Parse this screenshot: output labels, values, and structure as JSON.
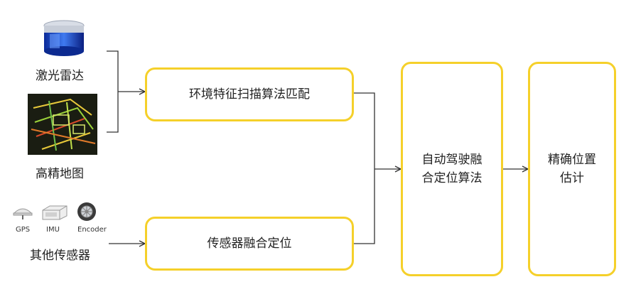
{
  "inputs": {
    "lidar_label": "激光雷达",
    "hdmap_label": "高精地图",
    "sensors_label": "其他传感器",
    "gps_label": "GPS",
    "imu_label": "IMU",
    "encoder_label": "Encoder"
  },
  "boxes": {
    "env_match": "环境特征扫描算法匹配",
    "sensor_fusion": "传感器融合定位",
    "fusion_algo_line1": "自动驾驶融",
    "fusion_algo_line2": "合定位算法",
    "precise_line1": "精确位置",
    "precise_line2": "估计"
  },
  "colors": {
    "box_border": "#f5d02a",
    "line": "#333333"
  },
  "icons": [
    "lidar-sensor-icon",
    "hd-map-image",
    "gps-antenna-icon",
    "imu-device-icon",
    "encoder-wheel-icon"
  ]
}
